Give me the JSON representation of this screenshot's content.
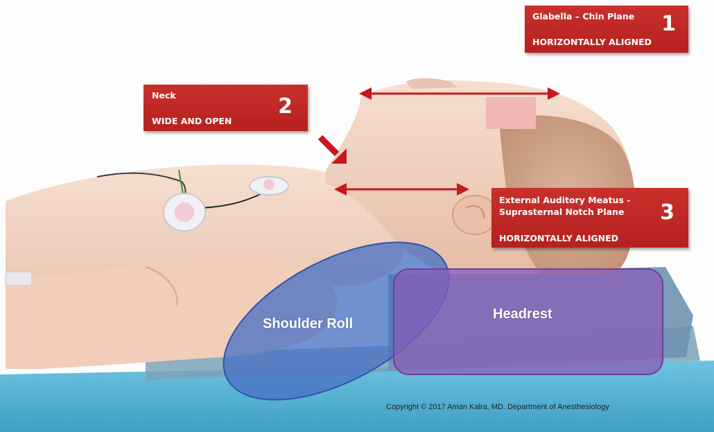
{
  "callouts": {
    "c1": {
      "title": "Glabella – Chin Plane",
      "subtitle": "HORIZONTALLY ALIGNED",
      "number": "1"
    },
    "c2": {
      "title": "Neck",
      "subtitle": "WIDE AND OPEN",
      "number": "2"
    },
    "c3": {
      "title": "External Auditory Meatus - Suprasternal Notch Plane",
      "subtitle": "HORIZONTALLY ALIGNED",
      "number": "3"
    }
  },
  "labels": {
    "shoulder_roll": "Shoulder Roll",
    "headrest": "Headrest"
  },
  "copyright": "Copyright © 2017 Aman Kalra, MD. Department of Anesthesiology",
  "colors": {
    "callout_red": "#c0282a",
    "arrow_red": "#c8181a",
    "shoulder_roll_blue": "#4a72c4",
    "headrest_purple": "#8a5cb8",
    "blanket_blue": "#5ab8d6",
    "skin": "#f1d3c0"
  }
}
